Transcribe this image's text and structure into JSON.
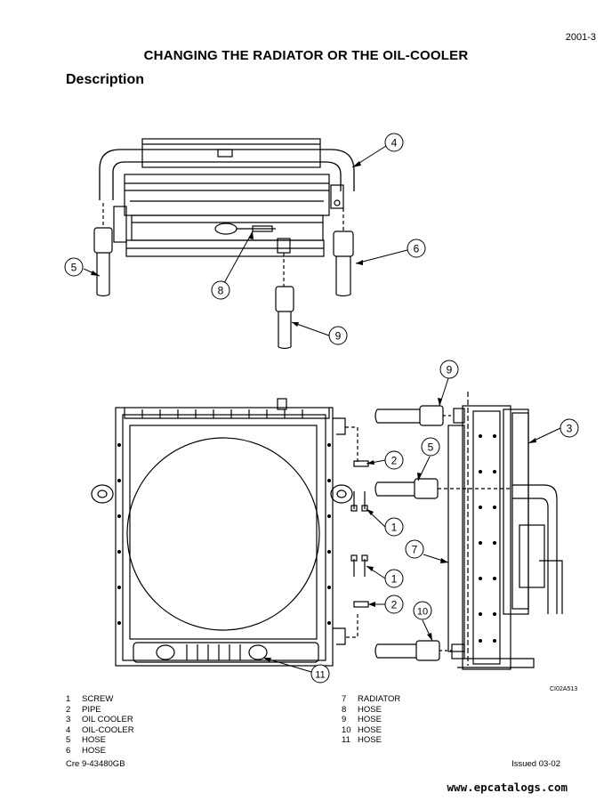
{
  "header": {
    "page_number": "2001-3",
    "title": "CHANGING THE RADIATOR OR THE OIL-COOLER",
    "section": "Description"
  },
  "figure": {
    "code": "CI02A513",
    "callouts": [
      "1",
      "2",
      "3",
      "4",
      "5",
      "6",
      "7",
      "8",
      "9",
      "10",
      "11"
    ]
  },
  "legend": {
    "left": [
      {
        "num": "1",
        "label": "SCREW"
      },
      {
        "num": "2",
        "label": "PIPE"
      },
      {
        "num": "3",
        "label": "OIL COOLER"
      },
      {
        "num": "4",
        "label": "OIL-COOLER"
      },
      {
        "num": "5",
        "label": "HOSE"
      },
      {
        "num": "6",
        "label": "HOSE"
      }
    ],
    "right": [
      {
        "num": "7",
        "label": "RADIATOR"
      },
      {
        "num": "8",
        "label": "HOSE"
      },
      {
        "num": "9",
        "label": "HOSE"
      },
      {
        "num": "10",
        "label": "HOSE"
      },
      {
        "num": "11",
        "label": "HOSE"
      }
    ]
  },
  "footer": {
    "doc_ref": "Cre 9-43480GB",
    "issue": "Issued 03-02",
    "watermark": "www.epcatalogs.com"
  }
}
